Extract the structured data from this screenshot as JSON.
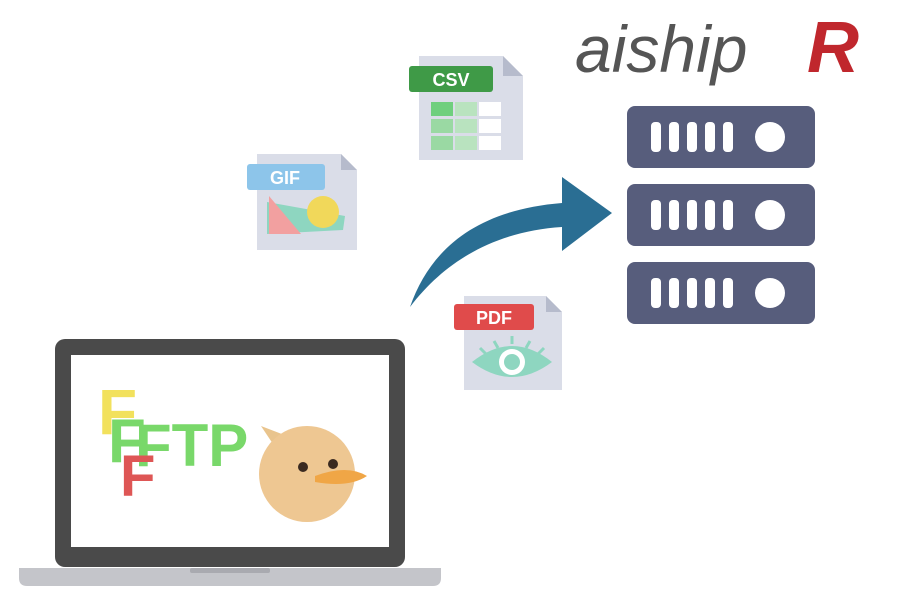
{
  "logo": {
    "text_main": "aiship",
    "text_accent": "R",
    "main_color": "#555555",
    "accent_color": "#c0272d"
  },
  "files": {
    "csv": {
      "label": "CSV",
      "tag_color": "#3f9a47"
    },
    "gif": {
      "label": "GIF",
      "tag_color": "#8dc5ea"
    },
    "pdf": {
      "label": "PDF",
      "tag_color": "#e04b4b"
    }
  },
  "laptop": {
    "app_title": "FTP",
    "letters": [
      "F",
      "F",
      "F"
    ],
    "letter_colors": [
      "#f2e15d",
      "#79d86a",
      "#de5655"
    ]
  },
  "servers": {
    "count": 3,
    "color": "#575d7c"
  },
  "arrow": {
    "color": "#2a6e93"
  }
}
